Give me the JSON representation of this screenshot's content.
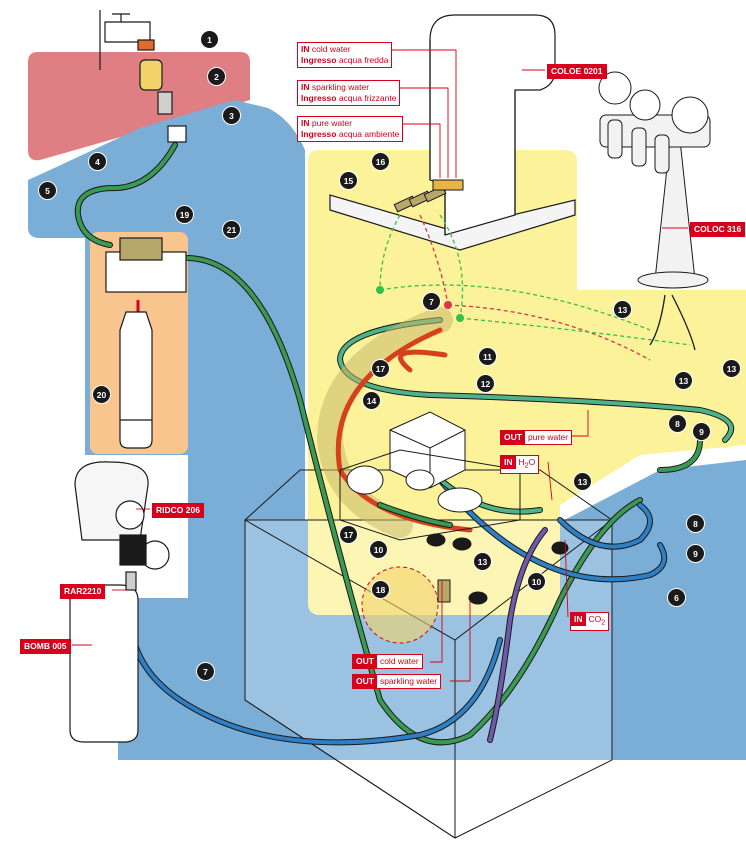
{
  "inlets": [
    {
      "key": "IN",
      "line1": "cold water",
      "line2_bold": "Ingresso",
      "line2": "acqua fredda"
    },
    {
      "key": "IN",
      "line1": "sparkling water",
      "line2_bold": "Ingresso",
      "line2": "acqua frizzante"
    },
    {
      "key": "IN",
      "line1": "pure water",
      "line2_bold": "Ingresso",
      "line2": "acqua ambiente"
    }
  ],
  "products": {
    "column": "COLOE 0201",
    "tap": "COLOC 316",
    "reducer": "RIDCO 206",
    "adapter": "RAR2210",
    "cylinder": "BOMB 005"
  },
  "flows": {
    "out_pure": {
      "key": "OUT",
      "text": "pure water"
    },
    "in_h2o": {
      "key": "IN",
      "text": "H",
      "sub": "2",
      "tail": "O"
    },
    "in_co2": {
      "key": "IN",
      "text": "CO",
      "sub": "2",
      "tail": ""
    },
    "out_cold": {
      "key": "OUT",
      "text": "cold water"
    },
    "out_sparkling": {
      "key": "OUT",
      "text": "sparkling water"
    }
  },
  "callouts": [
    {
      "id": "b1",
      "num": "1"
    },
    {
      "id": "b2",
      "num": "2"
    },
    {
      "id": "b3",
      "num": "3"
    },
    {
      "id": "b4",
      "num": "4"
    },
    {
      "id": "b5",
      "num": "5"
    },
    {
      "id": "b6",
      "num": "6"
    },
    {
      "id": "b7a",
      "num": "7"
    },
    {
      "id": "b7b",
      "num": "7"
    },
    {
      "id": "b8a",
      "num": "8"
    },
    {
      "id": "b8b",
      "num": "8"
    },
    {
      "id": "b9a",
      "num": "9"
    },
    {
      "id": "b9b",
      "num": "9"
    },
    {
      "id": "b10a",
      "num": "10"
    },
    {
      "id": "b10b",
      "num": "10"
    },
    {
      "id": "b11",
      "num": "11"
    },
    {
      "id": "b12",
      "num": "12"
    },
    {
      "id": "b13a",
      "num": "13"
    },
    {
      "id": "b13b",
      "num": "13"
    },
    {
      "id": "b13c",
      "num": "13"
    },
    {
      "id": "b13d",
      "num": "13"
    },
    {
      "id": "b13e",
      "num": "13"
    },
    {
      "id": "b14",
      "num": "14"
    },
    {
      "id": "b15",
      "num": "15"
    },
    {
      "id": "b16",
      "num": "16"
    },
    {
      "id": "b17a",
      "num": "17"
    },
    {
      "id": "b17b",
      "num": "17"
    },
    {
      "id": "b18",
      "num": "18"
    },
    {
      "id": "b19",
      "num": "19"
    },
    {
      "id": "b20",
      "num": "20"
    },
    {
      "id": "b21",
      "num": "21"
    }
  ],
  "colors": {
    "pink_zone": "#e07f83",
    "blue_zone": "#7aaed6",
    "yellow_zone": "#fbf29a",
    "orange_zone": "#f9c58f",
    "green_hose": "#3a9a52",
    "blue_hose": "#2f7fc4",
    "red_hose": "#d6401c",
    "accent_red": "#d6001c"
  }
}
